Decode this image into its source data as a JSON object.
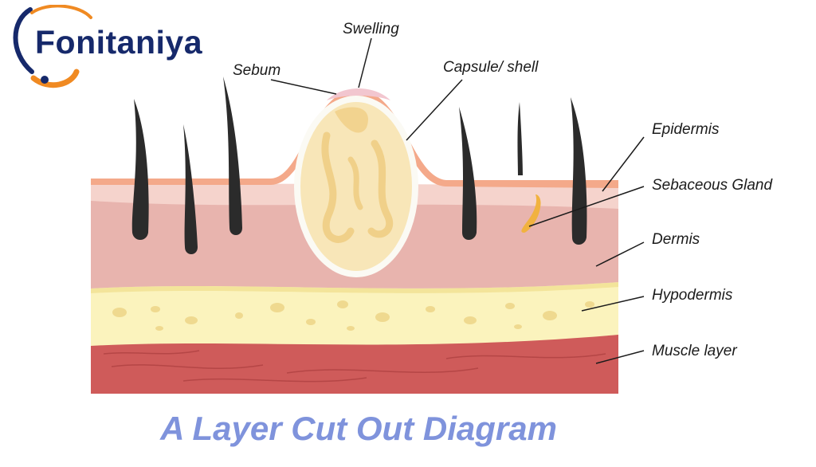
{
  "brand": {
    "name": "Fonitaniya"
  },
  "labels": {
    "swelling": "Swelling",
    "sebum": "Sebum",
    "capsule": "Capsule/ shell",
    "epidermis": "Epidermis",
    "sebaceous_gland": "Sebaceous Gland",
    "dermis": "Dermis",
    "hypodermis": "Hypodermis",
    "muscle": "Muscle layer"
  },
  "caption": "A Layer Cut Out Diagram",
  "colors": {
    "epidermis": "#f4a98a",
    "upper_dermis": "#f5d3cc",
    "dermis": "#e8b4ae",
    "hypodermis": "#fbf3bd",
    "muscle": "#cf5b5a",
    "hair": "#2b2b2b",
    "cyst": "#f8e6b8",
    "caption": "#7f93dc",
    "brand": "#16296b",
    "brand_accent": "#f08a22"
  }
}
